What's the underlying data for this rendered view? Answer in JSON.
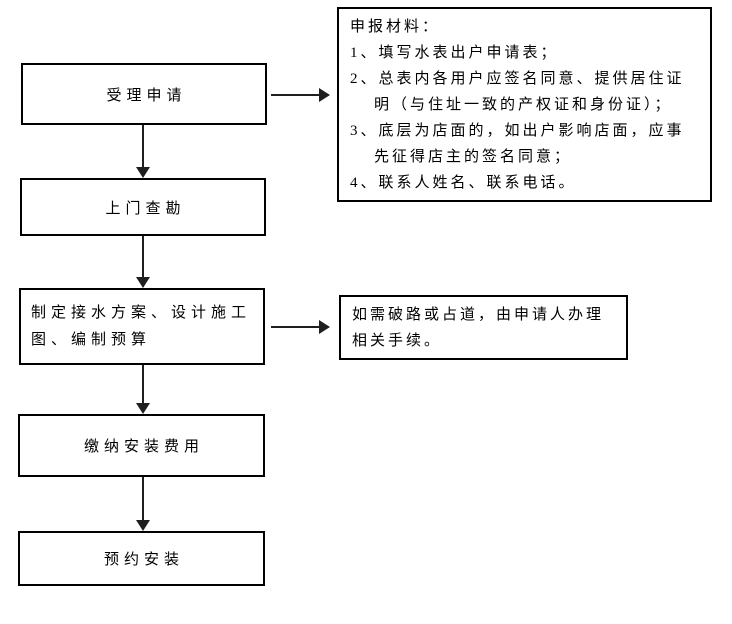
{
  "flowchart": {
    "steps": [
      {
        "label": "受理申请"
      },
      {
        "label": "上门查勘"
      },
      {
        "label": "制定接水方案、设计施工\n图、编制预算"
      },
      {
        "label": "缴纳安装费用"
      },
      {
        "label": "预约安装"
      }
    ],
    "notes": {
      "materials": {
        "title": "申报材料：",
        "lines": [
          "1、填写水表出户申请表；",
          "2、总表内各用户应签名同意、提供居住证",
          "明（与住址一致的产权证和身份证）；",
          "3、底层为店面的，如出户影响店面，应事",
          "先征得店主的签名同意；",
          "4、联系人姓名、联系电话。"
        ]
      },
      "road": {
        "text": "如需破路或占道，由申请人办理\n相关手续。"
      }
    },
    "colors": {
      "border": "#000000",
      "text": "#000000",
      "arrow": "#1f1f1f",
      "background": "#ffffff"
    }
  }
}
